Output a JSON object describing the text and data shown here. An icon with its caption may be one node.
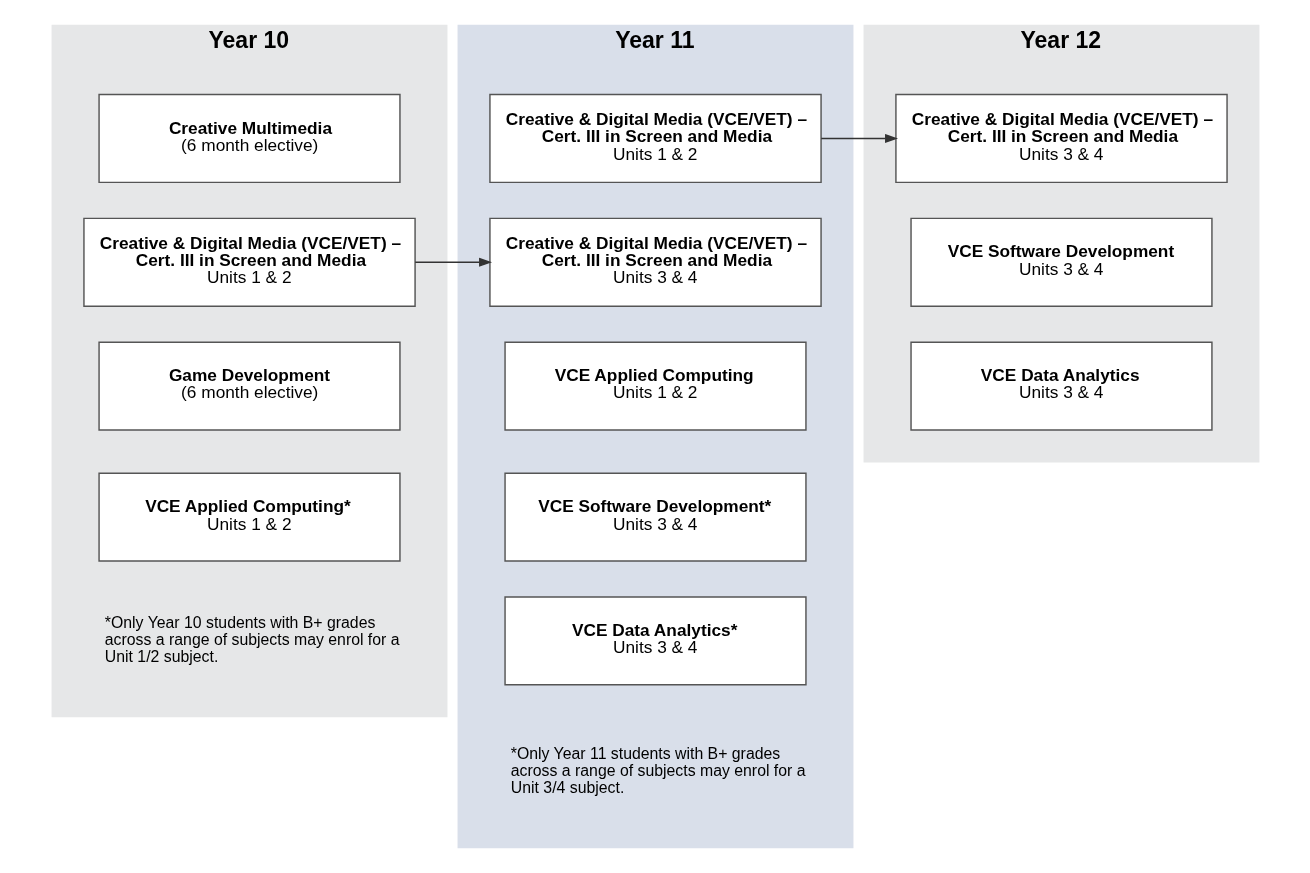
{
  "diagram": {
    "nodes": [
      {
        "text": [
          "Year 10",
          "*Only Year 10 students with B+ grades across a range of subjects may enrol for a Unit 1/2 subject."
        ]
      },
      {
        "text": [
          "Creative Multimedia",
          "(6 month elective)"
        ],
        "in": 0
      },
      {
        "text": [
          "Creative & Digital Media (VCE/VET) – Cert. III in Screen and Media",
          "Units 1 & 2"
        ],
        "in": 0
      },
      {
        "text": [
          "Game Development",
          "(6 month elective)"
        ],
        "in": 0
      },
      {
        "text": [
          "VCE Applied Computing*",
          "Units 1 & 2"
        ],
        "in": 0
      },
      {
        "text": [
          "Year 11",
          "*Only Year 11 students with B+ grades across a range of subjects may enrol for a Unit 3/4 subject."
        ]
      },
      {
        "text": [
          "Creative & Digital Media (VCE/VET) – Cert. III in Screen and Media",
          "Units 1 & 2"
        ],
        "in": 5
      },
      {
        "text": [
          "Creative & Digital Media (VCE/VET) – Cert. III in Screen and Media",
          "Units 3 & 4"
        ],
        "in": 5
      },
      {
        "text": [
          "VCE Applied Computing",
          "Units 1 & 2"
        ],
        "in": 5
      },
      {
        "text": [
          "VCE Software Development*",
          "Units 3 & 4"
        ],
        "in": 5
      },
      {
        "text": [
          "VCE Data Analytics*",
          "Units 3 & 4"
        ],
        "in": 5
      },
      {
        "text": [
          "Year 12"
        ]
      },
      {
        "text": [
          "Creative & Digital Media (VCE/VET) – Cert. III in Screen and Media",
          "Units 3 & 4"
        ],
        "in": 11
      },
      {
        "text": [
          "VCE Software Development",
          "Units 3 & 4"
        ],
        "in": 11
      },
      {
        "text": [
          "VCE Data Analytics",
          "Units 3 & 4"
        ],
        "in": 11
      }
    ],
    "edges": [
      {
        "from": 2,
        "to": 7,
        "arrow": "to"
      },
      {
        "from": 6,
        "to": 12,
        "arrow": "to"
      }
    ]
  }
}
